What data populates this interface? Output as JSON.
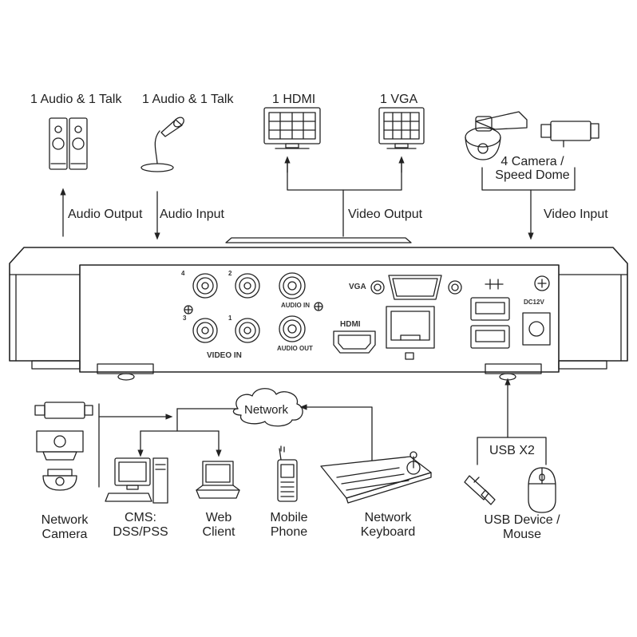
{
  "top": {
    "audio_talk_1": "1 Audio  & 1 Talk",
    "audio_talk_2": "1 Audio & 1 Talk",
    "hdmi": "1 HDMI",
    "vga": "1 VGA",
    "camera": "4  Camera /\nSpeed Dome"
  },
  "connections": {
    "audio_output": "Audio  Output",
    "audio_input": "Audio  Input",
    "video_output": "Video Output",
    "video_input": "Video Input"
  },
  "panel": {
    "video_in": "VIDEO IN",
    "audio_in": "AUDIO IN",
    "audio_out": "AUDIO OUT",
    "vga": "VGA",
    "hdmi": "HDMI",
    "dc": "DC12V",
    "ch1": "1",
    "ch2": "2",
    "ch3": "3",
    "ch4": "4"
  },
  "bottom": {
    "network": "Network",
    "usb": "USB X2",
    "network_camera": "Network\nCamera",
    "cms": "CMS:\nDSS/PSS",
    "web_client": "Web\nClient",
    "mobile_phone": "Mobile\nPhone",
    "network_keyboard": "Network\nKeyboard",
    "usb_device": "USB Device /\nMouse"
  },
  "colors": {
    "line": "#222222",
    "panel_fill": "#ffffff",
    "shade": "#e8e8e8"
  }
}
